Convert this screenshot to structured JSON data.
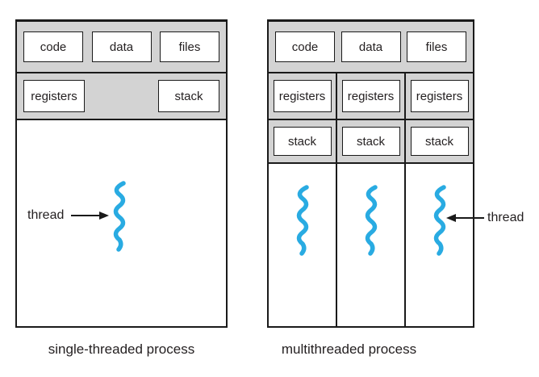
{
  "left_panel": {
    "top_boxes": [
      "code",
      "data",
      "files"
    ],
    "middle_boxes": [
      "registers",
      "stack"
    ],
    "thread_label": "thread",
    "caption": "single-threaded process",
    "thread_count": 1
  },
  "right_panel": {
    "top_boxes": [
      "code",
      "data",
      "files"
    ],
    "registers_row": [
      "registers",
      "registers",
      "registers"
    ],
    "stack_row": [
      "stack",
      "stack",
      "stack"
    ],
    "thread_label": "thread",
    "caption": "multithreaded process",
    "thread_count": 3
  },
  "colors": {
    "panel_gray": "#d3d3d3",
    "border_black": "#1a1a1a",
    "thread_blue": "#29abe2",
    "box_white": "#ffffff",
    "text": "#231f20"
  }
}
